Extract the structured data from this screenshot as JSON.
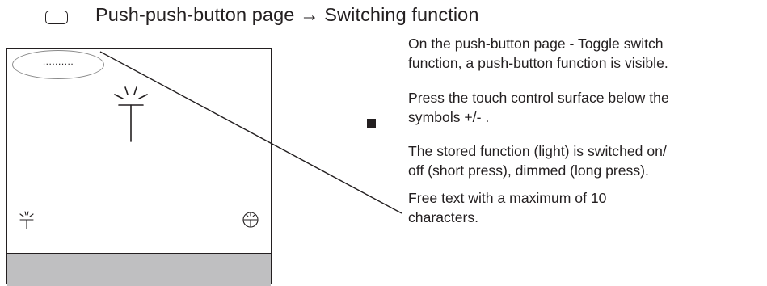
{
  "heading": {
    "title": "Push-push-button page → Switching function",
    "icon": "rounded-rectangle-icon"
  },
  "device": {
    "free_text_placeholder": "..........",
    "center_symbol": "light-icon",
    "left_symbol": "light-small-icon",
    "right_symbol": "light-bulb-icon"
  },
  "description": {
    "intro_line1": "On the push-button page - Toggle switch",
    "intro_line2": "function, a push-button function is visible.",
    "bullet_line1": "Press the touch control surface below the",
    "bullet_line2": "symbols +/- .",
    "result_line1": "The stored function (light) is switched on/",
    "result_line2": "off (short press), dimmed (long press).",
    "note_line1": "Free text with a maximum of 10",
    "note_line2": "characters."
  },
  "colors": {
    "text": "#231f20",
    "footer": "#bfbfc1",
    "ellipse": "#8a8a8a"
  }
}
